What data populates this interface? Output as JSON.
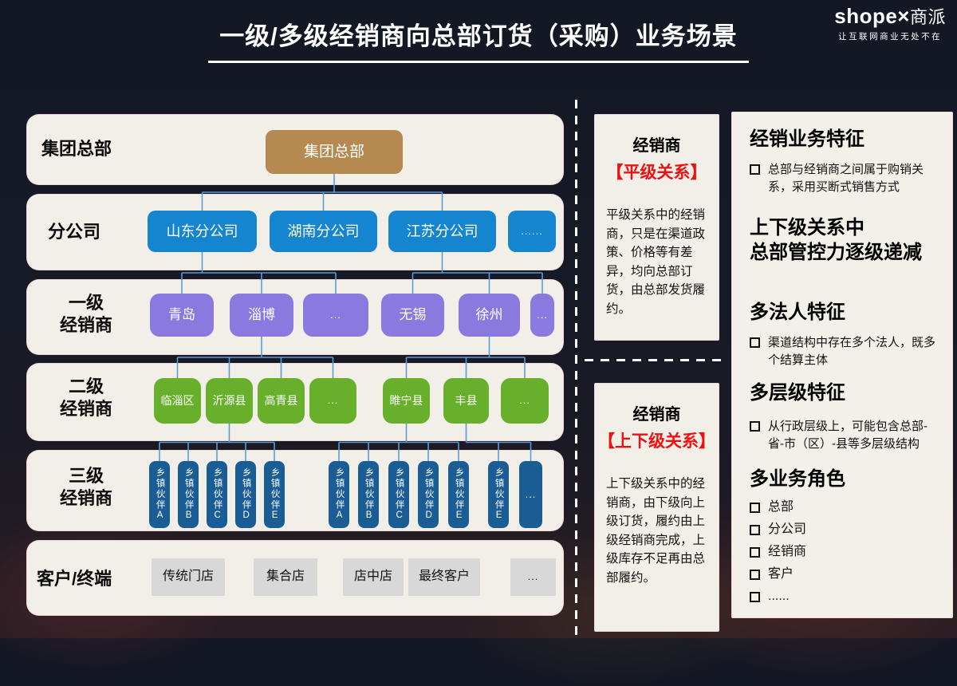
{
  "header": {
    "title": "一级/多级经销商向总部订货（采购）业务场景"
  },
  "logo": {
    "brand": "shope×",
    "brand_cn": "商派",
    "tagline": "让互联网商业无处不在"
  },
  "colors": {
    "branch_blue": "#1585cf",
    "level1_purple": "#8a7ae0",
    "level2_green": "#68b02c",
    "level3_navy": "#1a5c94",
    "hq_tan": "#b5894f",
    "terminal_gray": "#d8d8d8",
    "connector_blue": "#5b9bd5",
    "relation_red": "#ee1111",
    "panel_cream": "#f2efe9"
  },
  "org": {
    "rows": [
      {
        "label_lines": [
          "集团总部"
        ],
        "boxes": [
          {
            "text": "集团总部"
          }
        ]
      },
      {
        "label_lines": [
          "分公司"
        ],
        "boxes": [
          {
            "text": "山东分公司"
          },
          {
            "text": "湖南分公司"
          },
          {
            "text": "江苏分公司"
          },
          {
            "text": "......"
          }
        ]
      },
      {
        "label_lines": [
          "一级",
          "经销商"
        ],
        "boxes": [
          {
            "text": "青岛"
          },
          {
            "text": "淄博"
          },
          {
            "text": "..."
          },
          {
            "text": "无锡"
          },
          {
            "text": "徐州"
          },
          {
            "text": "..."
          }
        ]
      },
      {
        "label_lines": [
          "二级",
          "经销商"
        ],
        "boxes": [
          {
            "text": "临淄区"
          },
          {
            "text": "沂源县"
          },
          {
            "text": "高青县"
          },
          {
            "text": "..."
          },
          {
            "text": "睢宁县"
          },
          {
            "text": "丰县"
          },
          {
            "text": "..."
          }
        ]
      },
      {
        "label_lines": [
          "三级",
          "经销商"
        ],
        "boxes": [
          {
            "text": "乡镇伙伴A"
          },
          {
            "text": "乡镇伙伴B"
          },
          {
            "text": "乡镇伙伴C"
          },
          {
            "text": "乡镇伙伴D"
          },
          {
            "text": "乡镇伙伴E"
          },
          {
            "text": "乡镇伙伴A"
          },
          {
            "text": "乡镇伙伴B"
          },
          {
            "text": "乡镇伙伴C"
          },
          {
            "text": "乡镇伙伴D"
          },
          {
            "text": "乡镇伙伴E"
          },
          {
            "text": "乡镇伙伴E"
          },
          {
            "text": "..."
          }
        ]
      },
      {
        "label_lines": [
          "客户/终端"
        ],
        "boxes": [
          {
            "text": "传统门店"
          },
          {
            "text": "集合店"
          },
          {
            "text": "店中店"
          },
          {
            "text": "最终客户"
          },
          {
            "text": "..."
          }
        ]
      }
    ],
    "connectors": [
      {
        "parent": "b-r1-0",
        "children": [
          "b-r2-0",
          "b-r2-1",
          "b-r2-2"
        ]
      },
      {
        "parent": "b-r2-0",
        "children": [
          "b-r3-0",
          "b-r3-1",
          "b-r3-2"
        ]
      },
      {
        "parent": "b-r2-2",
        "children": [
          "b-r3-3",
          "b-r3-4",
          "b-r3-5"
        ]
      },
      {
        "parent": "b-r3-1",
        "children": [
          "b-r4-0",
          "b-r4-1",
          "b-r4-2",
          "b-r4-3"
        ]
      },
      {
        "parent": "b-r3-4",
        "children": [
          "b-r4-4",
          "b-r4-5",
          "b-r4-6"
        ]
      },
      {
        "parent": "b-r4-1",
        "children": [
          "b-r5-0",
          "b-r5-1",
          "b-r5-2",
          "b-r5-3",
          "b-r5-4"
        ]
      },
      {
        "parent": "b-r4-4",
        "children": [
          "b-r5-5",
          "b-r5-6",
          "b-r5-7",
          "b-r5-8",
          "b-r5-9"
        ]
      },
      {
        "parent": "b-r4-5",
        "children": [
          "b-r5-10",
          "b-r5-11"
        ]
      }
    ]
  },
  "notes": [
    {
      "title": "经销商",
      "relation": "【平级关系】",
      "body": "平级关系中的经销商，只是在渠道政策、价格等有差异，均向总部订货，由总部发货履约。"
    },
    {
      "title": "经销商",
      "relation": "【上下级关系】",
      "body": "上下级关系中的经销商，由下级向上级订货，履约由上级经销商完成，上级库存不足再由总部履约。"
    }
  ],
  "features": {
    "sections": [
      {
        "heading": "经销业务特征",
        "bullets": [
          "总部与经销商之间属于购销关系，采用买断式销售方式"
        ]
      },
      {
        "heading_lines": [
          "上下级关系中",
          "总部管控力逐级递减"
        ],
        "bullets": []
      },
      {
        "heading": "多法人特征",
        "bullets": [
          "渠道结构中存在多个法人，既多个结算主体"
        ]
      },
      {
        "heading": "多层级特征",
        "bullets": [
          "从行政层级上，可能包含总部-省-市（区）-县等多层级结构"
        ]
      },
      {
        "heading": "多业务角色",
        "bullets": [
          "总部",
          "分公司",
          "经销商",
          "客户",
          "......"
        ]
      }
    ]
  }
}
